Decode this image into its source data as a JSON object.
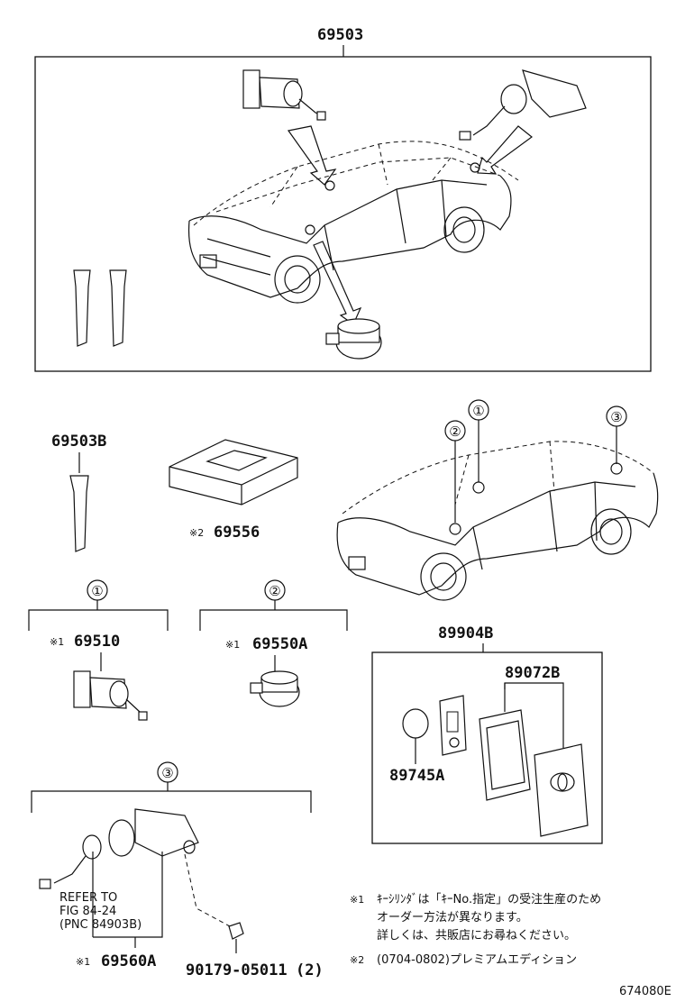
{
  "parts": {
    "kit_main": "69503",
    "key_blank_b": "69503B",
    "premium_case": "69556",
    "cyl_1": "69510",
    "cyl_2": "69550A",
    "cyl_3": "69560A",
    "smart_key_assy": "89904B",
    "smart_key_case": "89072B",
    "battery": "89745A",
    "screw": "90179-05011",
    "screw_qty": "(2)"
  },
  "markers": {
    "note1": "※1",
    "note2": "※2"
  },
  "callouts": {
    "c1": "①",
    "c2": "②",
    "c3": "③"
  },
  "refer": {
    "line1": "REFER  TO",
    "line2": "FIG  84-24",
    "line3": "(PNC 84903B)"
  },
  "notes": {
    "n1_mark": "※1",
    "n1_line1": "ｷｰｼﾘﾝﾀﾞは「ｷｰNo.指定」の受注生産のため",
    "n1_line2": "オーダー方法が異なります。",
    "n1_line3": "詳しくは、共販店にお尋ねください。",
    "n2_mark": "※2",
    "n2_line1": "(0704-0802)プレミアムエディション"
  },
  "figure_id": "674080E"
}
